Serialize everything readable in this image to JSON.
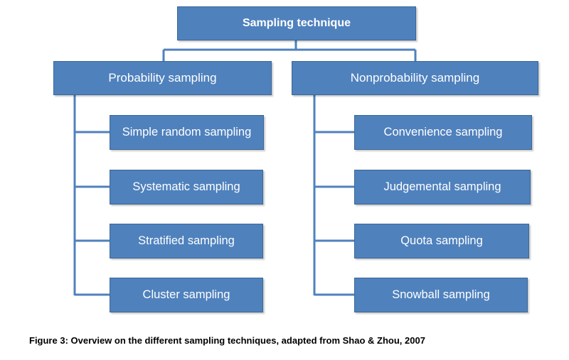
{
  "diagram": {
    "root": {
      "label": "Sampling technique"
    },
    "categories": [
      {
        "label": "Probability sampling",
        "methods": [
          "Simple random sampling",
          "Systematic sampling",
          "Stratified sampling",
          "Cluster sampling"
        ]
      },
      {
        "label": "Nonprobability sampling",
        "methods": [
          "Convenience sampling",
          "Judgemental sampling",
          "Quota sampling",
          "Snowball sampling"
        ]
      }
    ],
    "colors": {
      "box_fill": "#4f81bd",
      "connector": "#4f81bd",
      "text": "#ffffff"
    }
  },
  "caption": "Figure 3: Overview on the different sampling techniques, adapted from Shao & Zhou, 2007"
}
